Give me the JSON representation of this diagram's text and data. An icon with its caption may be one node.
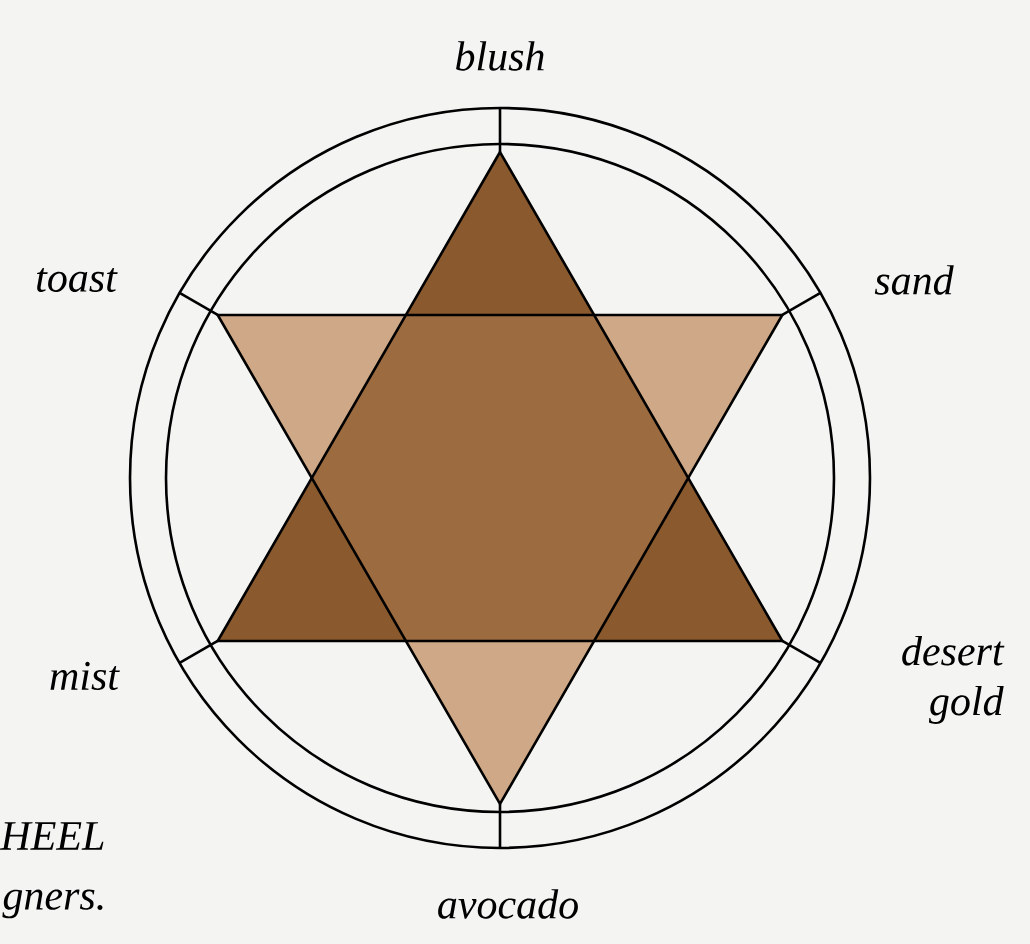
{
  "diagram": {
    "labels": [
      "blush",
      "toast",
      "sand",
      "mist",
      "desert gold",
      "HEEL",
      "gners.",
      "avocado"
    ]
  }
}
